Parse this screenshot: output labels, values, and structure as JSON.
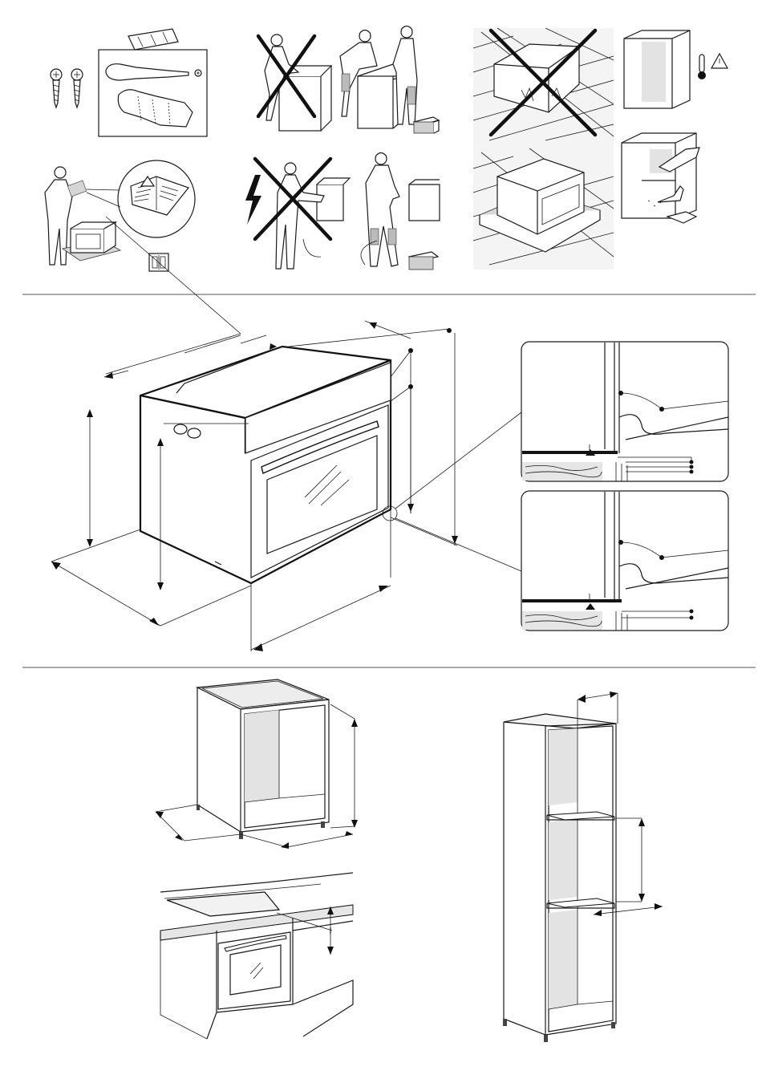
{
  "page": {
    "title": "",
    "background": "#ffffff",
    "line_color": "#1a1a1a"
  },
  "sections": [
    {
      "name": "safety-pictograms",
      "panels": [
        "screws-tools-gloves",
        "two-person-lifting",
        "read-instructions",
        "disconnect-power",
        "no-damaged-packaging",
        "unpack-on-base",
        "cabinet-heat-warning",
        "clean-cabinet"
      ]
    },
    {
      "name": "oven-dimensions",
      "panels": [
        "oven-isometric",
        "detail-flush-installation",
        "detail-recessed-installation"
      ]
    },
    {
      "name": "cabinet-installation",
      "panels": [
        "undercounter-cabinet",
        "oven-under-hob",
        "tall-column-cabinet"
      ]
    }
  ],
  "symbols": {
    "warning": "warning-triangle-icon",
    "thermometer": "thermometer-icon",
    "book": "book-icon",
    "lightning": "lightning-icon"
  }
}
